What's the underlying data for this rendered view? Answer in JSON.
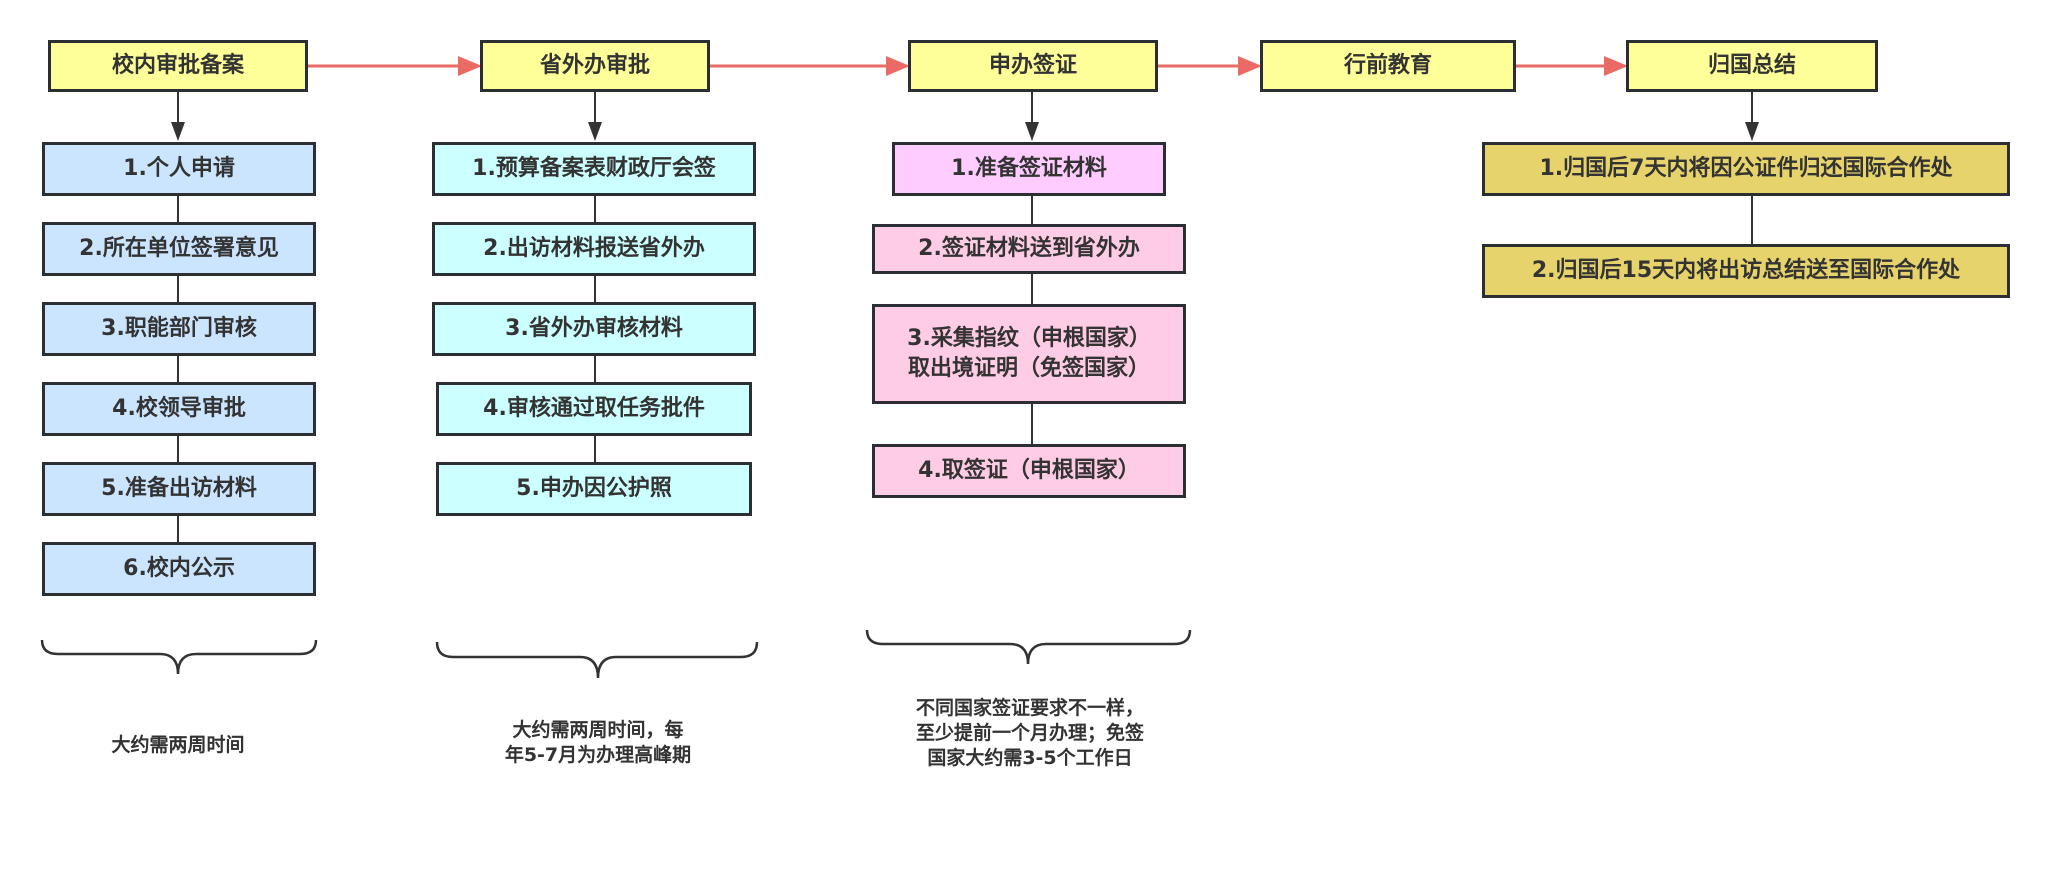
{
  "diagram": {
    "colors": {
      "stage_fill": "#ffff99",
      "flow_arrow": "#ea6b66",
      "connector": "#333333",
      "col1_fill": "#cce5ff",
      "col2_fill": "#ccffff",
      "col3_first_fill": "#ffccff",
      "col3_fill": "#ffcce6",
      "col5_fill": "#e6d36b"
    },
    "stages": [
      {
        "label": "校内审批备案"
      },
      {
        "label": "省外办审批"
      },
      {
        "label": "申办签证"
      },
      {
        "label": "行前教育"
      },
      {
        "label": "归国总结"
      }
    ],
    "columns": {
      "internal_approval": {
        "steps": [
          "1.个人申请",
          "2.所在单位签署意见",
          "3.职能部门审核",
          "4.校领导审批",
          "5.准备出访材料",
          "6.校内公示"
        ],
        "note": "大约需两周时间"
      },
      "provincial_approval": {
        "steps": [
          "1.预算备案表财政厅会签",
          "2.出访材料报送省外办",
          "3.省外办审核材料",
          "4.审核通过取任务批件",
          "5.申办因公护照"
        ],
        "note_line1": "大约需两周时间，每",
        "note_line2": "年5-7月为办理高峰期"
      },
      "visa": {
        "steps": [
          "1.准备签证材料",
          "2.签证材料送到省外办"
        ],
        "step3_line1": "3.采集指纹（申根国家）",
        "step3_line2": "取出境证明（免签国家）",
        "step4": "4.取签证（申根国家）",
        "note_line1": "不同国家签证要求不一样，",
        "note_line2": "至少提前一个月办理；免签",
        "note_line3": "国家大约需3-5个工作日"
      },
      "return_summary": {
        "steps": [
          "1.归国后7天内将因公证件归还国际合作处",
          "2.归国后15天内将出访总结送至国际合作处"
        ]
      }
    }
  }
}
